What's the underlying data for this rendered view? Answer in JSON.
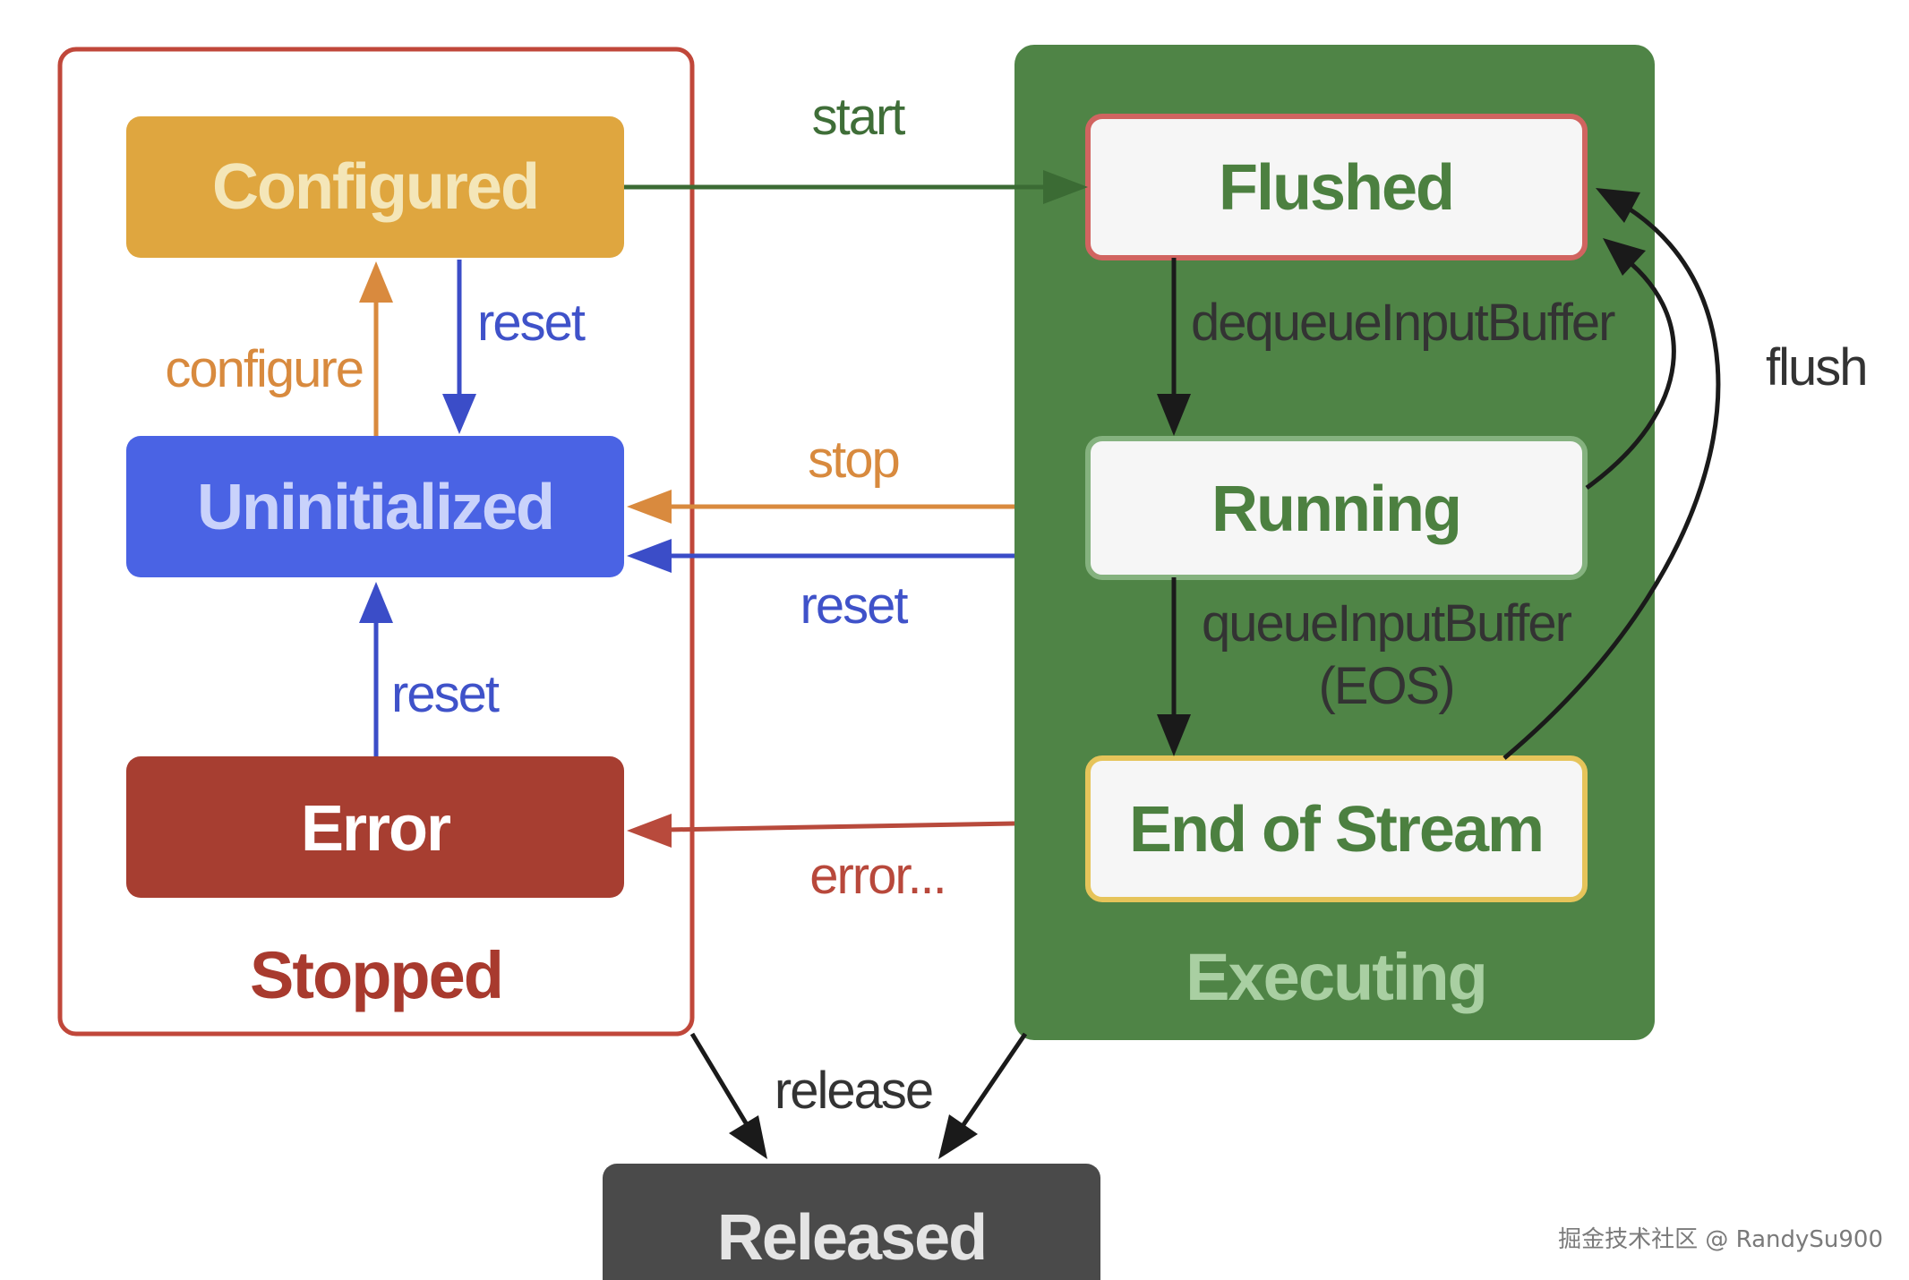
{
  "groups": {
    "stopped": "Stopped",
    "executing": "Executing"
  },
  "states": {
    "configured": "Configured",
    "uninitialized": "Uninitialized",
    "error": "Error",
    "flushed": "Flushed",
    "running": "Running",
    "end_of_stream": "End of Stream",
    "released": "Released"
  },
  "transitions": {
    "start": "start",
    "reset_configured": "reset",
    "configure": "configure",
    "stop": "stop",
    "reset_executing": "reset",
    "reset_error": "reset",
    "error": "error...",
    "dequeue": "dequeueInputBuffer",
    "queue_line1": "queueInputBuffer",
    "queue_line2": "(EOS)",
    "flush": "flush",
    "release": "release"
  },
  "watermark": "掘金技术社区 @ RandySu900",
  "colors": {
    "stopped_border": "#c0473a",
    "executing_fill": "#4f8446",
    "configured_fill": "#dfa63f",
    "configured_text": "#f4e6b8",
    "uninitialized_fill": "#4a63e4",
    "uninitialized_text": "#c9d2fb",
    "error_fill": "#a73e31",
    "error_text": "#ffffff",
    "flushed_border": "#d16460",
    "running_border": "#85b27f",
    "eos_border": "#e6c45a",
    "state_text_green": "#4c8040",
    "executing_label": "#a9cfa2",
    "released_fill": "#4a4a4a",
    "released_text": "#e4e4e4",
    "arrow_green": "#3b6b34",
    "arrow_orange": "#d98a3e",
    "arrow_blue": "#3b4dc8",
    "arrow_red": "#b84a3c",
    "arrow_black": "#1a1a1a",
    "text_blue": "#3f52c9",
    "text_orange": "#d88a3e",
    "text_red": "#b8483b",
    "text_green": "#3f6e38",
    "text_dark": "#333333"
  }
}
